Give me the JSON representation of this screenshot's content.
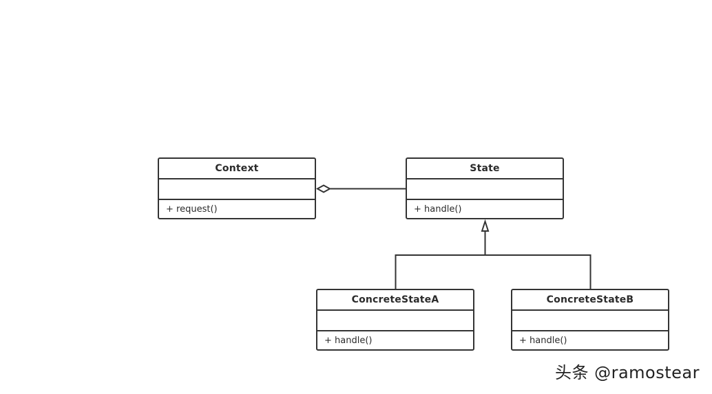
{
  "diagram": {
    "classes": [
      {
        "id": "context",
        "name": "Context",
        "attributes": [],
        "operations": [
          "+ request()"
        ]
      },
      {
        "id": "state",
        "name": "State",
        "attributes": [],
        "operations": [
          "+ handle()"
        ]
      },
      {
        "id": "concrete_a",
        "name": "ConcreteStateA",
        "attributes": [],
        "operations": [
          "+ handle()"
        ]
      },
      {
        "id": "concrete_b",
        "name": "ConcreteStateB",
        "attributes": [],
        "operations": [
          "+ handle()"
        ]
      }
    ],
    "relations": [
      {
        "type": "aggregation",
        "whole": "Context",
        "part": "State"
      },
      {
        "type": "generalization",
        "child": "ConcreteStateA",
        "parent": "State"
      },
      {
        "type": "generalization",
        "child": "ConcreteStateB",
        "parent": "State"
      }
    ],
    "colors": {
      "line": "#333333",
      "background": "#ffffff"
    }
  },
  "watermark": {
    "text": "头条 @ramostear"
  }
}
